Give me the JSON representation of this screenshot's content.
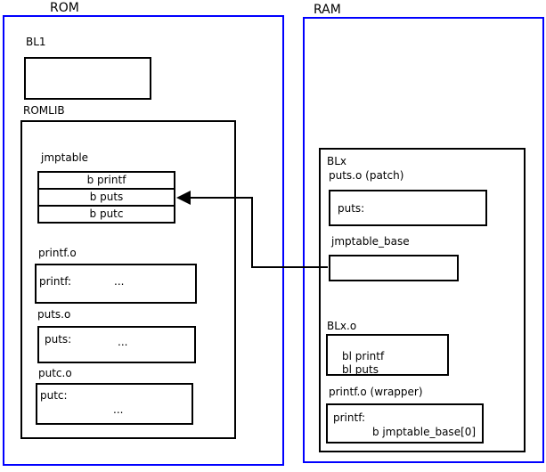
{
  "colors": {
    "region_border": "#0000ff",
    "box_border": "#000000",
    "text": "#000000",
    "background": "#ffffff"
  },
  "rom": {
    "label": "ROM",
    "bl1": {
      "label": "BL1"
    },
    "romlib": {
      "label": "ROMLIB",
      "jmptable": {
        "label": "jmptable",
        "entries": [
          "b printf",
          "b puts",
          "b putc"
        ]
      },
      "objects": [
        {
          "label": "printf.o",
          "symbol": "printf:",
          "body": "..."
        },
        {
          "label": "puts.o",
          "symbol": "puts:",
          "body": "..."
        },
        {
          "label": "putc.o",
          "symbol": "putc:",
          "body": "..."
        }
      ]
    }
  },
  "ram": {
    "label": "RAM",
    "blx": {
      "label": "BLx",
      "puts_patch": {
        "label": "puts.o (patch)",
        "symbol": "puts:"
      },
      "jmptable_base": {
        "label": "jmptable_base"
      },
      "blx_o": {
        "label": "BLx.o",
        "lines": [
          "bl printf",
          "bl puts"
        ]
      },
      "printf_wrapper": {
        "label": "printf.o (wrapper)",
        "symbol": "printf:",
        "body": "b jmptable_base[0]"
      }
    }
  },
  "arrow": {
    "meaning": "jmptable_base points to jmptable b puts entry"
  }
}
